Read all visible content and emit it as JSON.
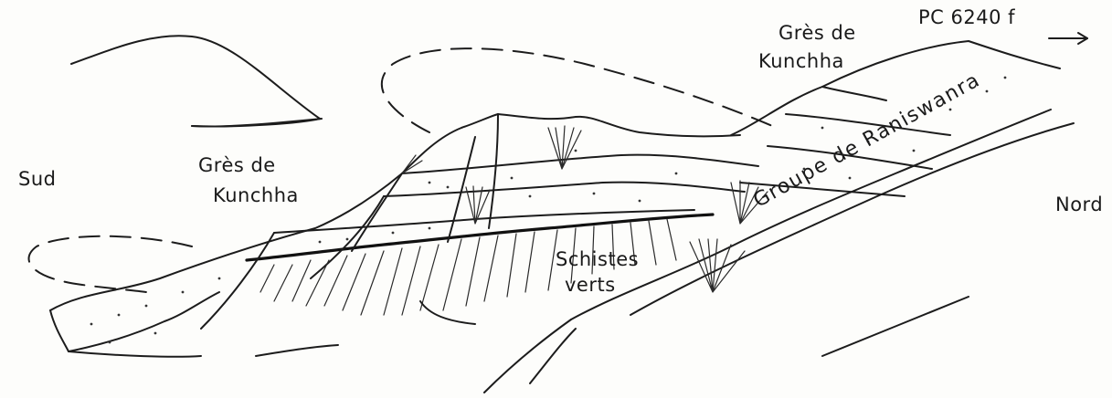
{
  "labels": {
    "pc": "PC 6240 f",
    "gres_right_1": "Grès de",
    "gres_right_2": "Kunchha",
    "sud": "Sud",
    "gres_left_1": "Grès de",
    "gres_left_2": "Kunchha",
    "nord": "Nord",
    "schistes_1": "Schistes",
    "schistes_2": "verts",
    "groupe": "Groupe de Raniswanra"
  }
}
